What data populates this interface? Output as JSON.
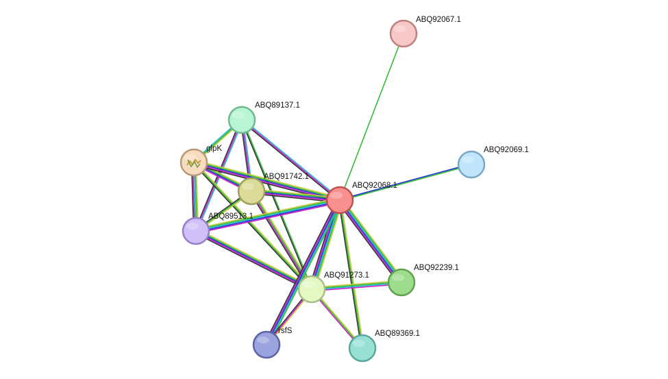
{
  "network": {
    "nodes": [
      {
        "id": "ABQ92067.1",
        "label": "ABQ92067.1",
        "fill": "#f8c8c8",
        "stroke": "#c08080"
      },
      {
        "id": "ABQ89137.1",
        "label": "ABQ89137.1",
        "fill": "#b8f5d4",
        "stroke": "#70b890"
      },
      {
        "id": "glpK",
        "label": "glpK",
        "fill": "#f8dcc0",
        "stroke": "#b89878",
        "has_structure_icon": true
      },
      {
        "id": "ABQ91742.1",
        "label": "ABQ91742.1",
        "fill": "#dcdc98",
        "stroke": "#a0a060"
      },
      {
        "id": "ABQ92068.1",
        "label": "ABQ92068.1",
        "fill": "#f89090",
        "stroke": "#c05050"
      },
      {
        "id": "ABQ92069.1",
        "label": "ABQ92069.1",
        "fill": "#c0e4fa",
        "stroke": "#78a8c8"
      },
      {
        "id": "ABQ89513.1",
        "label": "ABQ89513.1",
        "fill": "#d0c0f8",
        "stroke": "#9880c8"
      },
      {
        "id": "ABQ91273.1",
        "label": "ABQ91273.1",
        "fill": "#e4f8c4",
        "stroke": "#a8c088"
      },
      {
        "id": "ABQ92239.1",
        "label": "ABQ92239.1",
        "fill": "#9cdc8c",
        "stroke": "#60a050"
      },
      {
        "id": "rsfS",
        "label": "rsfS",
        "fill": "#9ca4e0",
        "stroke": "#5c64a4"
      },
      {
        "id": "ABQ89369.1",
        "label": "ABQ89369.1",
        "fill": "#98e0d4",
        "stroke": "#58a89c"
      }
    ],
    "edges": [
      {
        "source": "ABQ92067.1",
        "target": "ABQ92068.1",
        "colors": [
          "#33bb33"
        ]
      },
      {
        "source": "ABQ92069.1",
        "target": "ABQ92068.1",
        "colors": [
          "#33bb33",
          "#2233cc"
        ]
      },
      {
        "source": "ABQ89137.1",
        "target": "ABQ92068.1",
        "colors": [
          "#22bbcc",
          "#cc22cc",
          "#333333"
        ]
      },
      {
        "source": "ABQ89137.1",
        "target": "glpK",
        "colors": [
          "#cccc44",
          "#33bb33",
          "#22bbcc"
        ]
      },
      {
        "source": "ABQ89137.1",
        "target": "ABQ91742.1",
        "colors": [
          "#22bbcc",
          "#cc22cc",
          "#333333"
        ]
      },
      {
        "source": "ABQ89137.1",
        "target": "ABQ89513.1",
        "colors": [
          "#22bbcc",
          "#cc22cc",
          "#333333"
        ]
      },
      {
        "source": "ABQ89137.1",
        "target": "ABQ91273.1",
        "colors": [
          "#33bb33",
          "#333333"
        ]
      },
      {
        "source": "glpK",
        "target": "ABQ91742.1",
        "colors": [
          "#cccc44",
          "#33bb33",
          "#2233cc",
          "#cc22cc"
        ]
      },
      {
        "source": "glpK",
        "target": "ABQ92068.1",
        "colors": [
          "#cccc44",
          "#33bb33",
          "#2233cc",
          "#cc22cc",
          "#333333"
        ]
      },
      {
        "source": "glpK",
        "target": "ABQ89513.1",
        "colors": [
          "#cccc44",
          "#33bb33",
          "#22bbcc",
          "#cc22cc",
          "#333333"
        ]
      },
      {
        "source": "glpK",
        "target": "ABQ91273.1",
        "colors": [
          "#cccc44",
          "#33bb33",
          "#333333"
        ]
      },
      {
        "source": "ABQ91742.1",
        "target": "ABQ92068.1",
        "colors": [
          "#cccc44",
          "#33bb33",
          "#2233cc",
          "#cc22cc",
          "#333333"
        ]
      },
      {
        "source": "ABQ91742.1",
        "target": "ABQ89513.1",
        "colors": [
          "#cccc44",
          "#33bb33",
          "#333333"
        ]
      },
      {
        "source": "ABQ91742.1",
        "target": "ABQ91273.1",
        "colors": [
          "#cccc44",
          "#33bb33",
          "#cc22cc",
          "#333333"
        ]
      },
      {
        "source": "ABQ89513.1",
        "target": "ABQ92068.1",
        "colors": [
          "#cccc44",
          "#33bb33",
          "#22bbcc",
          "#2233cc",
          "#cc22cc"
        ]
      },
      {
        "source": "ABQ89513.1",
        "target": "ABQ91273.1",
        "colors": [
          "#cccc44",
          "#33bb33",
          "#2233cc",
          "#cc22cc",
          "#333333"
        ]
      },
      {
        "source": "ABQ92068.1",
        "target": "ABQ91273.1",
        "colors": [
          "#cccc44",
          "#33bb33",
          "#22bbcc",
          "#2233cc",
          "#cc22cc",
          "#333333"
        ]
      },
      {
        "source": "ABQ92068.1",
        "target": "ABQ92239.1",
        "colors": [
          "#cccc44",
          "#33bb33",
          "#22bbcc",
          "#2233cc",
          "#cc22cc",
          "#333333"
        ]
      },
      {
        "source": "ABQ92068.1",
        "target": "rsfS",
        "colors": [
          "#33bb33",
          "#22bbcc",
          "#2233cc",
          "#cc22cc",
          "#333333"
        ]
      },
      {
        "source": "ABQ92068.1",
        "target": "ABQ89369.1",
        "colors": [
          "#cccc44",
          "#33bb33",
          "#333333"
        ]
      },
      {
        "source": "ABQ91273.1",
        "target": "ABQ92239.1",
        "colors": [
          "#cccc44",
          "#33bb33",
          "#22bbcc",
          "#cc22cc"
        ]
      },
      {
        "source": "ABQ91273.1",
        "target": "rsfS",
        "colors": [
          "#cccc44",
          "#cc22cc",
          "#333333"
        ]
      },
      {
        "source": "ABQ91273.1",
        "target": "ABQ89369.1",
        "colors": [
          "#cccc44",
          "#33bb33",
          "#cc22cc"
        ]
      }
    ]
  }
}
